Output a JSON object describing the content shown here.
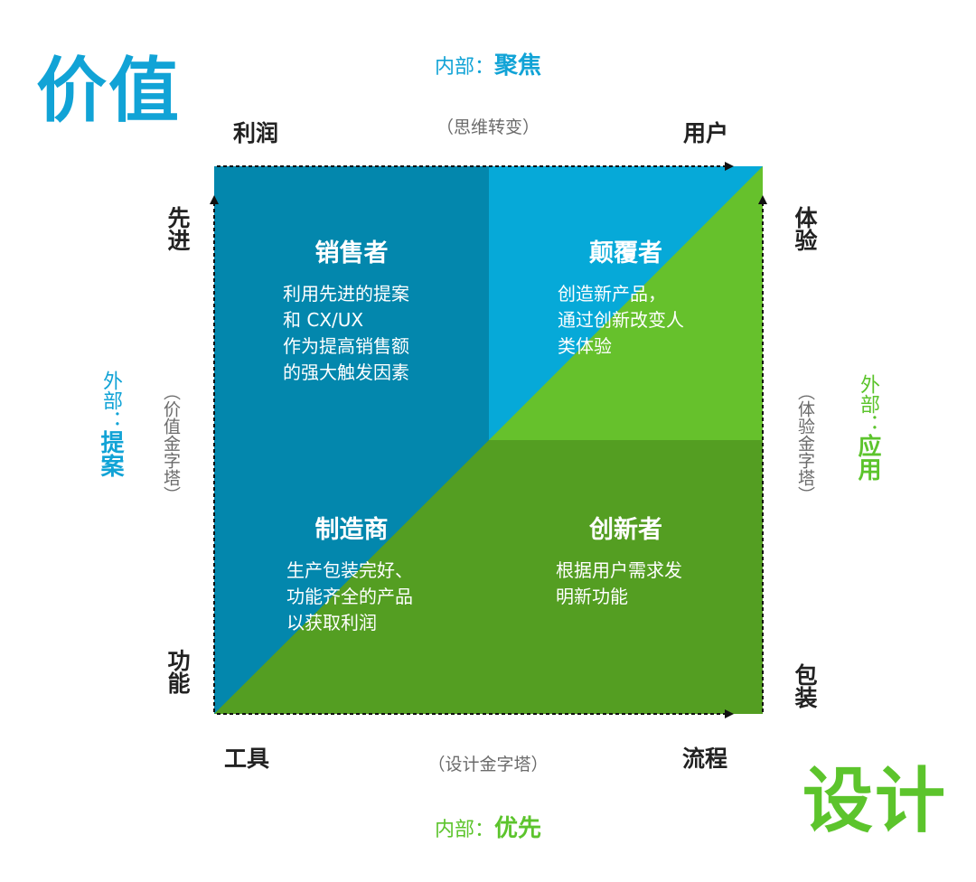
{
  "titles": {
    "value": "价值",
    "design": "设计"
  },
  "top": {
    "prefix": "内部：",
    "emphasis": "聚焦",
    "subtitle": "（思维转变）"
  },
  "bottom": {
    "prefix": "内部：",
    "emphasis": "优先",
    "subtitle": "（设计金字塔）"
  },
  "left": {
    "prefix": "外部：",
    "emphasis": "提案",
    "subtitle": "（价值金字塔）"
  },
  "right": {
    "prefix": "外部：",
    "emphasis": "应用",
    "subtitle": "（体验金字塔）"
  },
  "axes": {
    "top_left": "利润",
    "top_right": "用户",
    "bottom_left": "工具",
    "bottom_right": "流程",
    "left_top": "先进",
    "left_bottom": "功能",
    "right_top": "体验",
    "right_bottom": "包装"
  },
  "quadrants": {
    "top_left": {
      "title": "销售者",
      "lines": [
        "利用先进的提案",
        "和 CX/UX",
        "作为提高销售额",
        "的强大触发因素"
      ]
    },
    "top_right": {
      "title": "颠覆者",
      "lines": [
        "创造新产品，",
        "通过创新改变人",
        "类体验"
      ]
    },
    "bottom_left": {
      "title": "制造商",
      "lines": [
        "生产包装完好、",
        "功能齐全的产品",
        "以获取利润"
      ]
    },
    "bottom_right": {
      "title": "创新者",
      "lines": [
        "根据用户需求发",
        "明新功能"
      ]
    }
  },
  "colors": {
    "dark_blue": "#0387ad",
    "light_blue": "#06a9d8",
    "light_green": "#66c12c",
    "dark_green": "#549e22",
    "accent_blue": "#11a3d6",
    "accent_green": "#5cc42c"
  }
}
